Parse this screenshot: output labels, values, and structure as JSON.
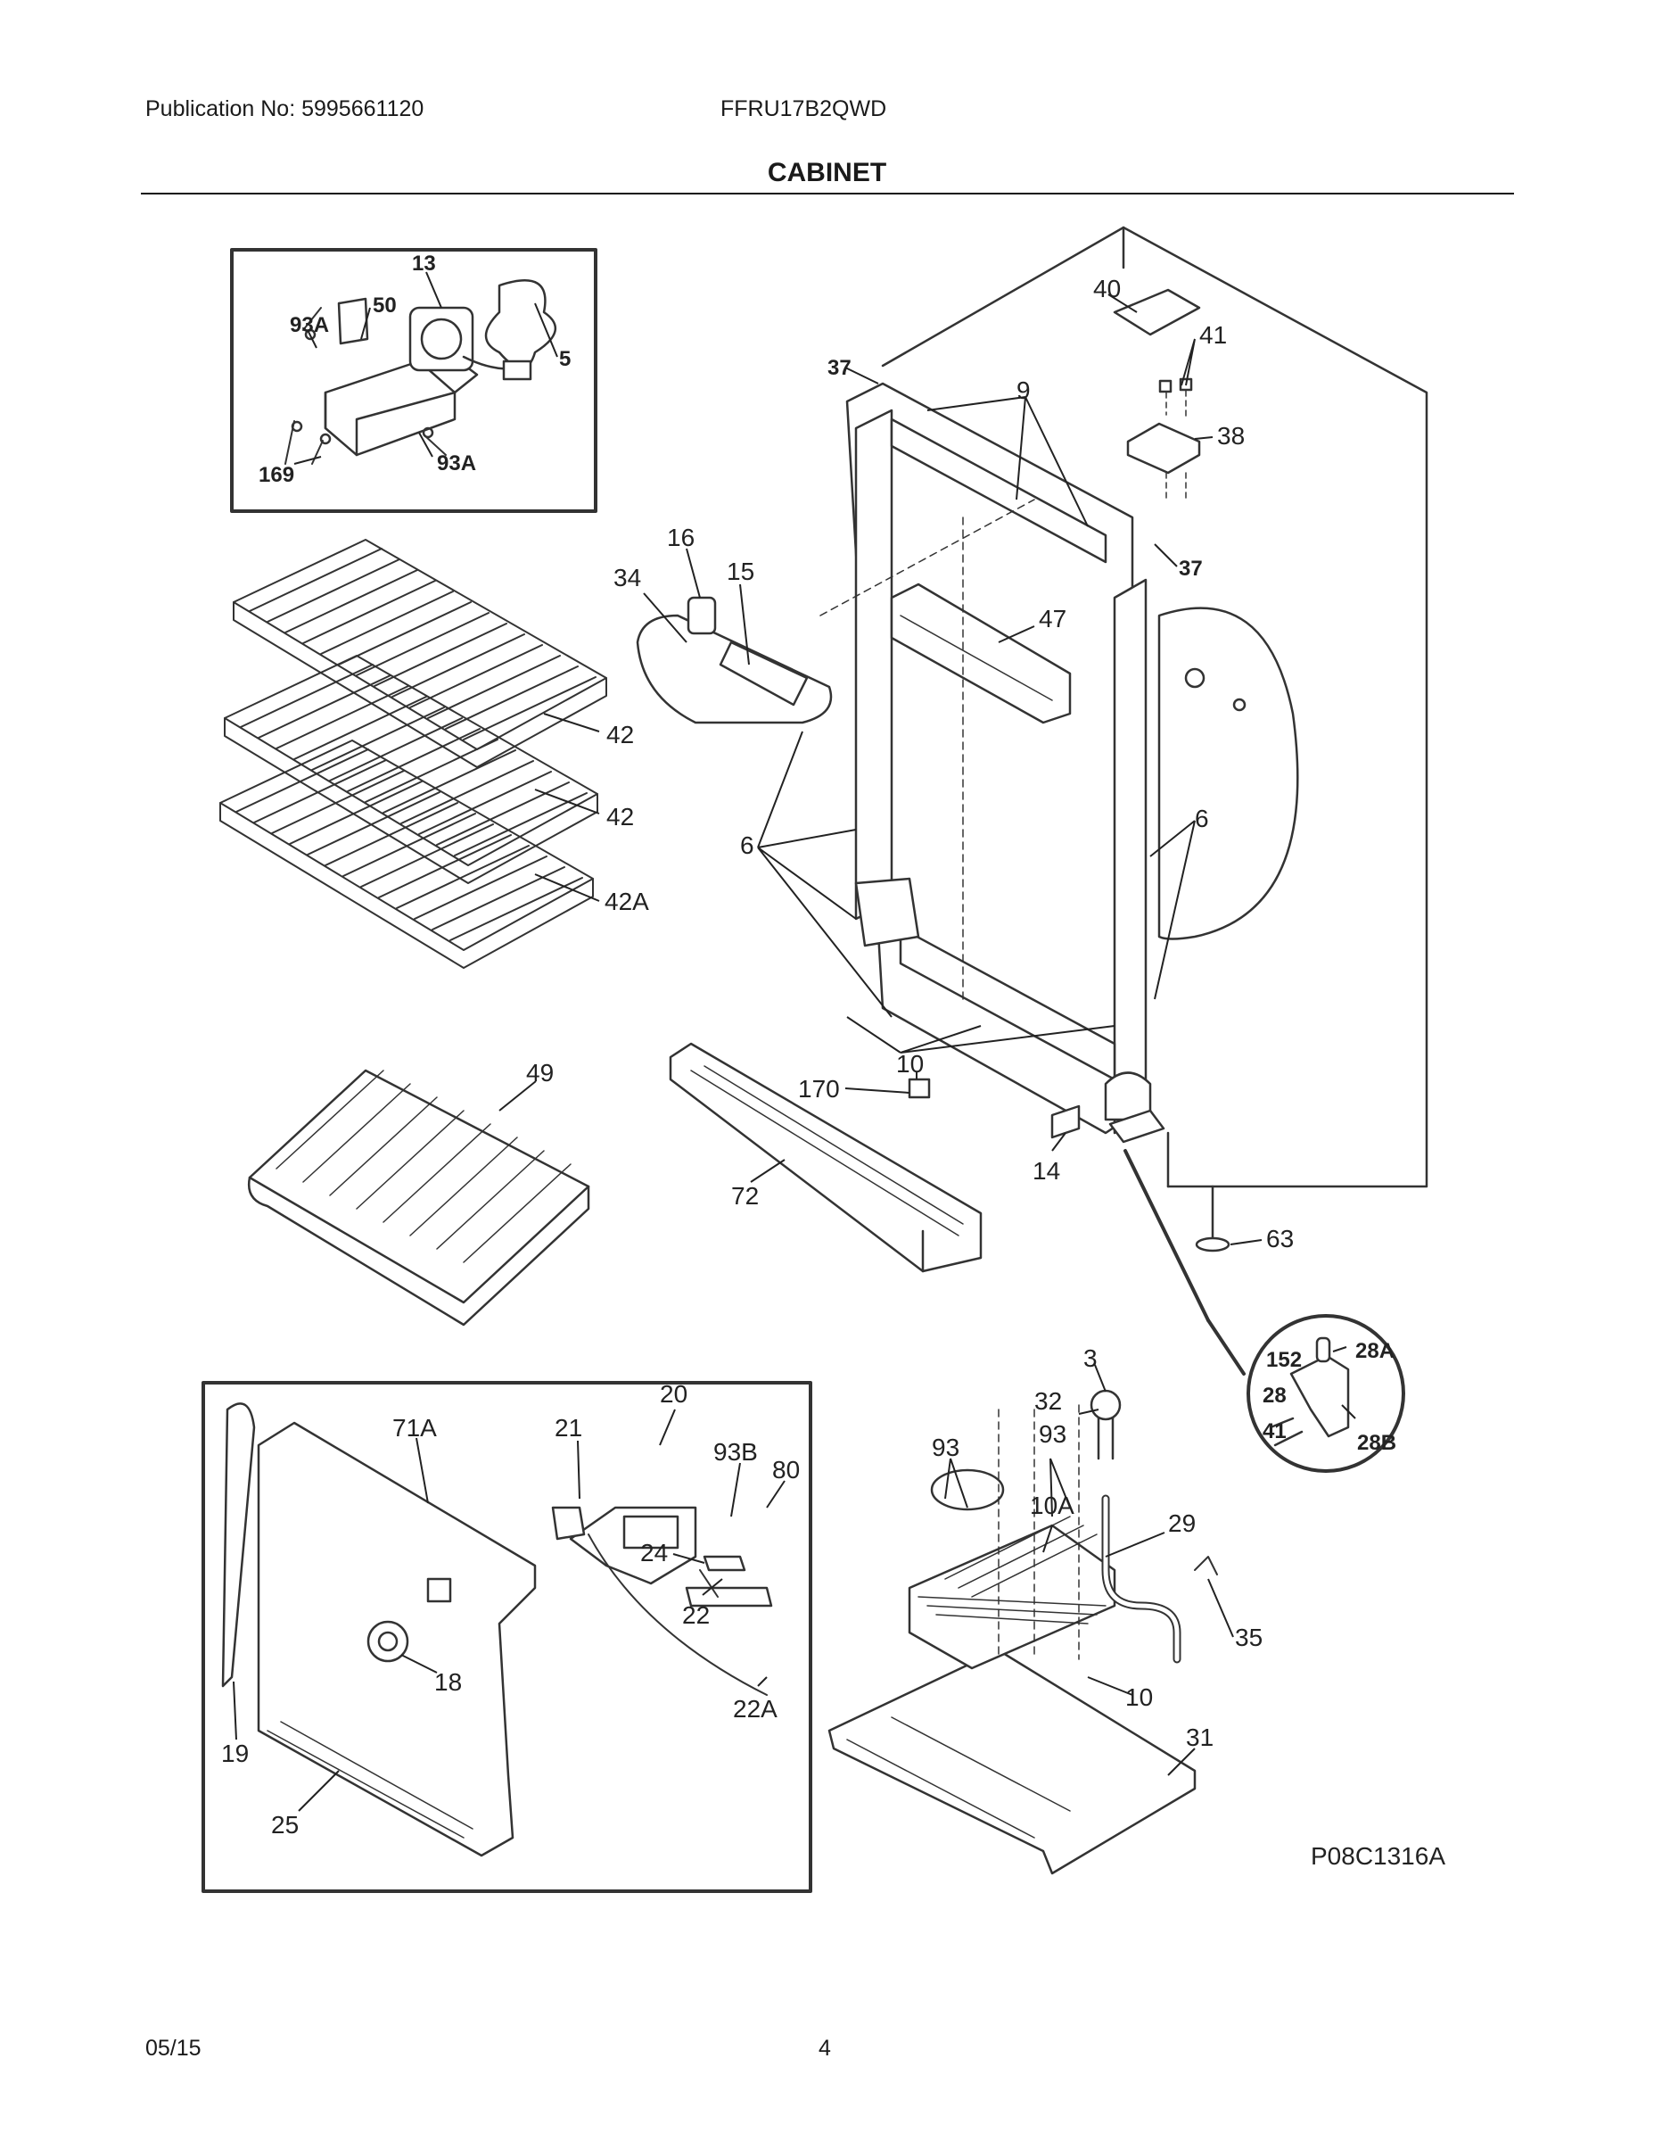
{
  "header": {
    "publication": "Publication No: 5995661120",
    "model": "FFRU17B2QWD",
    "section_title": "CABINET"
  },
  "callouts": {
    "p13": "13",
    "p50": "50",
    "p93a_1": "93A",
    "p5": "5",
    "p169": "169",
    "p93a_2": "93A",
    "p37_top": "37",
    "p40": "40",
    "p41": "41",
    "p9": "9",
    "p38": "38",
    "p37_right": "37",
    "p16": "16",
    "p34": "34",
    "p15": "15",
    "p47": "47",
    "p42_1": "42",
    "p42_2": "42",
    "p42a": "42A",
    "p6_left": "6",
    "p6_right": "6",
    "p49": "49",
    "p170": "170",
    "p10_top": "10",
    "p72": "72",
    "p14": "14",
    "p63": "63",
    "p152": "152",
    "p28a": "28A",
    "p28": "28",
    "p41_hinge": "41",
    "p28b": "28B",
    "p71a": "71A",
    "p21": "21",
    "p20": "20",
    "p93b": "93B",
    "p80": "80",
    "p24": "24",
    "p22": "22",
    "p22a": "22A",
    "p18": "18",
    "p19": "19",
    "p25": "25",
    "p3": "3",
    "p32": "32",
    "p93_1": "93",
    "p93_2": "93",
    "p10a": "10A",
    "p29": "29",
    "p35": "35",
    "p10_bottom": "10",
    "p31": "31"
  },
  "diagram_code": "P08C1316A",
  "footer": {
    "date": "05/15",
    "page": "4"
  }
}
